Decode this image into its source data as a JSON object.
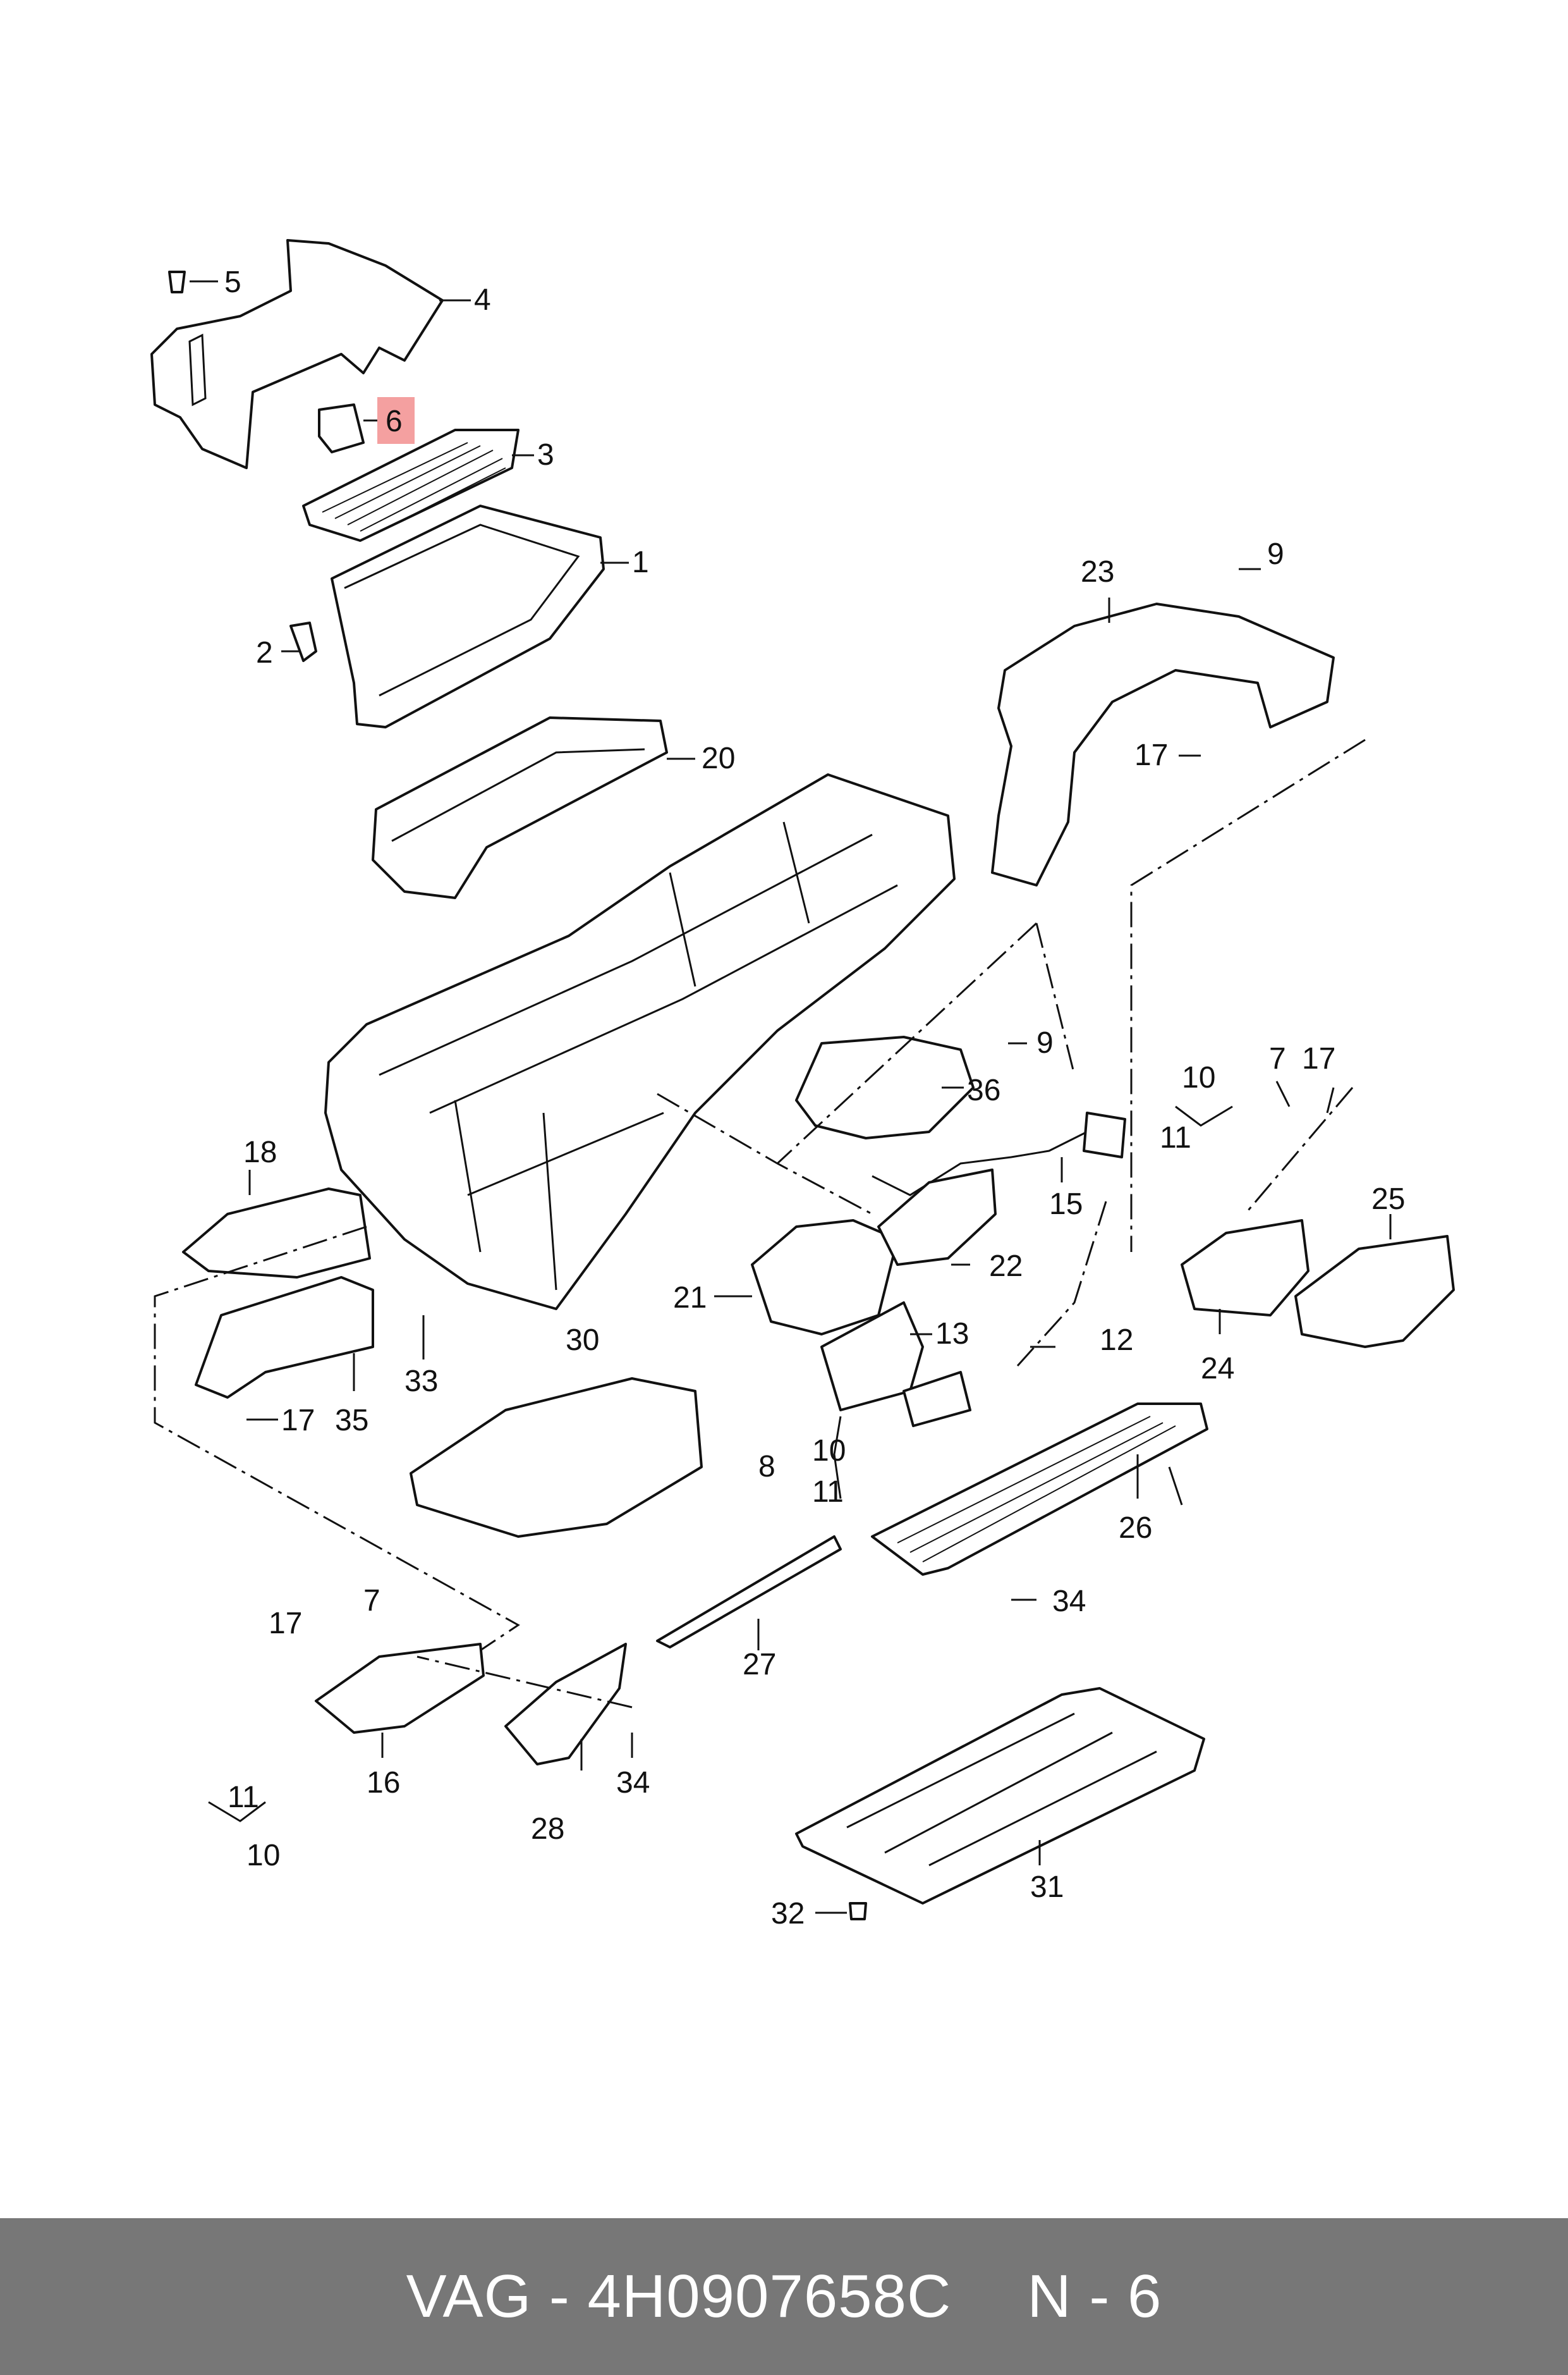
{
  "diagram": {
    "callouts": [
      {
        "id": "c1",
        "label": "1"
      },
      {
        "id": "c2",
        "label": "2"
      },
      {
        "id": "c3",
        "label": "3"
      },
      {
        "id": "c4",
        "label": "4"
      },
      {
        "id": "c5",
        "label": "5"
      },
      {
        "id": "c6",
        "label": "6",
        "highlighted": true
      },
      {
        "id": "c7a",
        "label": "7"
      },
      {
        "id": "c7b",
        "label": "7"
      },
      {
        "id": "c8",
        "label": "8"
      },
      {
        "id": "c9a",
        "label": "9"
      },
      {
        "id": "c9b",
        "label": "9"
      },
      {
        "id": "c10a",
        "label": "10"
      },
      {
        "id": "c10b",
        "label": "10"
      },
      {
        "id": "c10c",
        "label": "10"
      },
      {
        "id": "c11a",
        "label": "11"
      },
      {
        "id": "c11b",
        "label": "11"
      },
      {
        "id": "c11c",
        "label": "11"
      },
      {
        "id": "c12",
        "label": "12"
      },
      {
        "id": "c13",
        "label": "13"
      },
      {
        "id": "c15",
        "label": "15"
      },
      {
        "id": "c16",
        "label": "16"
      },
      {
        "id": "c17a",
        "label": "17"
      },
      {
        "id": "c17b",
        "label": "17"
      },
      {
        "id": "c17c",
        "label": "17"
      },
      {
        "id": "c17d",
        "label": "17"
      },
      {
        "id": "c18",
        "label": "18"
      },
      {
        "id": "c20",
        "label": "20"
      },
      {
        "id": "c21",
        "label": "21"
      },
      {
        "id": "c22",
        "label": "22"
      },
      {
        "id": "c23",
        "label": "23"
      },
      {
        "id": "c24",
        "label": "24"
      },
      {
        "id": "c25",
        "label": "25"
      },
      {
        "id": "c26",
        "label": "26"
      },
      {
        "id": "c27",
        "label": "27"
      },
      {
        "id": "c28",
        "label": "28"
      },
      {
        "id": "c30",
        "label": "30"
      },
      {
        "id": "c31",
        "label": "31"
      },
      {
        "id": "c32",
        "label": "32"
      },
      {
        "id": "c33",
        "label": "33"
      },
      {
        "id": "c34a",
        "label": "34"
      },
      {
        "id": "c34b",
        "label": "34"
      },
      {
        "id": "c35",
        "label": "35"
      },
      {
        "id": "c36",
        "label": "36"
      }
    ],
    "highlight_color": "#f4a0a0"
  },
  "footer": {
    "part_number": "VAG - 4H0907658C",
    "position": "N - 6",
    "background": "#777777"
  }
}
